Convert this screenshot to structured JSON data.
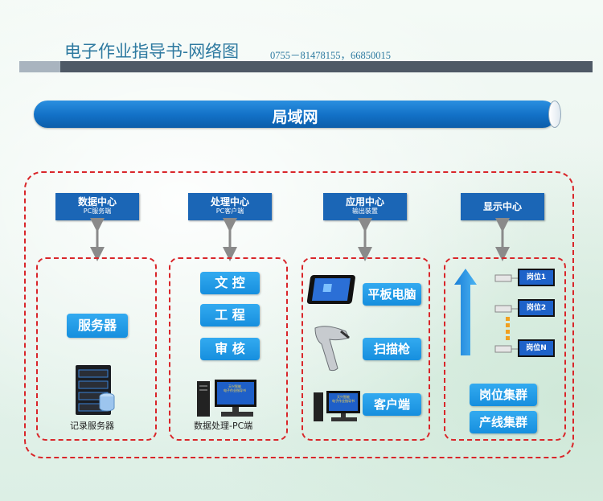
{
  "header": {
    "title": "电子作业指导书-网络图",
    "phone": "0755－81478155，66850015"
  },
  "lan": {
    "label": "局域网"
  },
  "centers": [
    {
      "title": "数据中心",
      "subtitle": "PC服务端"
    },
    {
      "title": "处理中心",
      "subtitle": "PC客户端"
    },
    {
      "title": "应用中心",
      "subtitle": "输出装置"
    },
    {
      "title": "显示中心",
      "subtitle": ""
    }
  ],
  "data_group": {
    "server_label": "服务器",
    "caption": "记录服务器",
    "icons": [
      "server-rack-icon",
      "database-icon"
    ]
  },
  "process_group": {
    "buttons": [
      "文 控",
      "工 程",
      "审 核"
    ],
    "caption": "数据处理-PC端",
    "screen_text": "天兴智能\n电子作业指导书",
    "icons": [
      "desktop-computer-icon"
    ]
  },
  "app_group": {
    "items": [
      "平板电脑",
      "扫描枪",
      "客户端"
    ],
    "screen_text": "天兴智能\n电子作业指导书",
    "icons": [
      "tablet-icon",
      "barcode-scanner-icon",
      "desktop-computer-icon"
    ]
  },
  "display_group": {
    "stations": [
      "岗位1",
      "岗位2",
      "岗位N"
    ],
    "clusters": [
      "岗位集群",
      "产线集群"
    ],
    "icons": [
      "up-arrow-icon",
      "monitor-icon",
      "mini-pc-icon"
    ]
  },
  "colors": {
    "accent_blue": "#1b66b6",
    "button_blue": "#1f98e6",
    "dashed_red": "#d9262a",
    "title_blue": "#2e7aa0"
  }
}
